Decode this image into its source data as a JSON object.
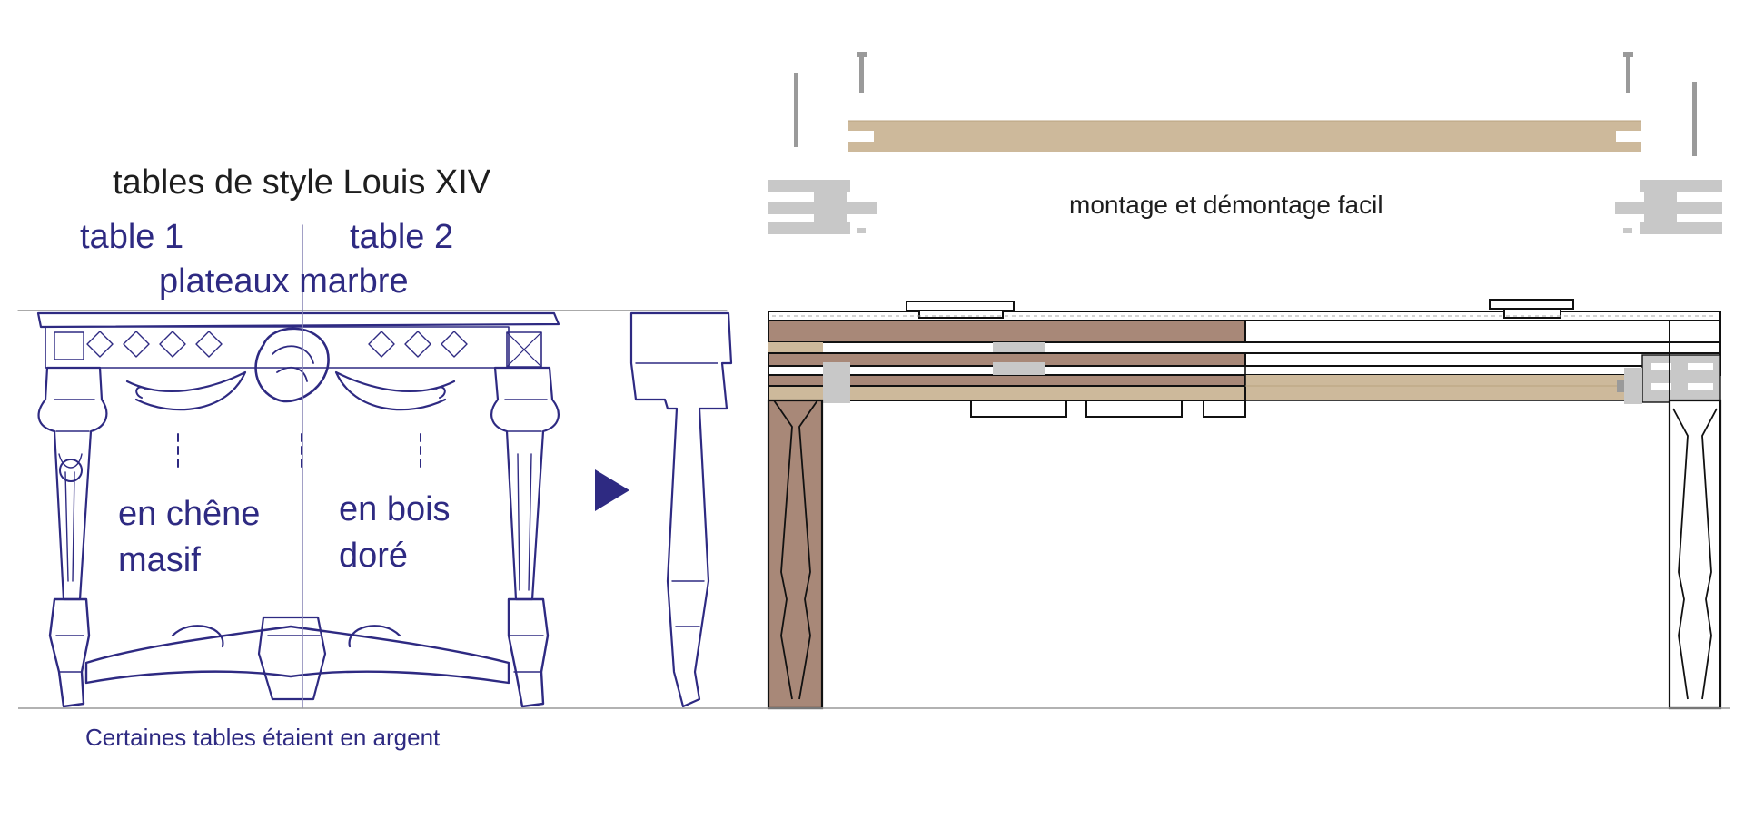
{
  "left_panel": {
    "title": "tables de style Louis XIV",
    "table1_label": "table 1",
    "table2_label": "table 2",
    "top_label": "plateaux marbre",
    "oak_line1": "en chêne",
    "oak_line2": "masif",
    "gilt_line1": "en bois",
    "gilt_line2": "doré",
    "caption": "Certaines tables étaient en argent"
  },
  "right_panel": {
    "assembly_caption": "montage et démontage facil"
  },
  "colors": {
    "sketch_ink": "#2e2a82",
    "oak_brown": "#a88878",
    "plank_beige": "#cdb99b",
    "steel_gray": "#c8c8c8",
    "line_black": "#111111"
  }
}
